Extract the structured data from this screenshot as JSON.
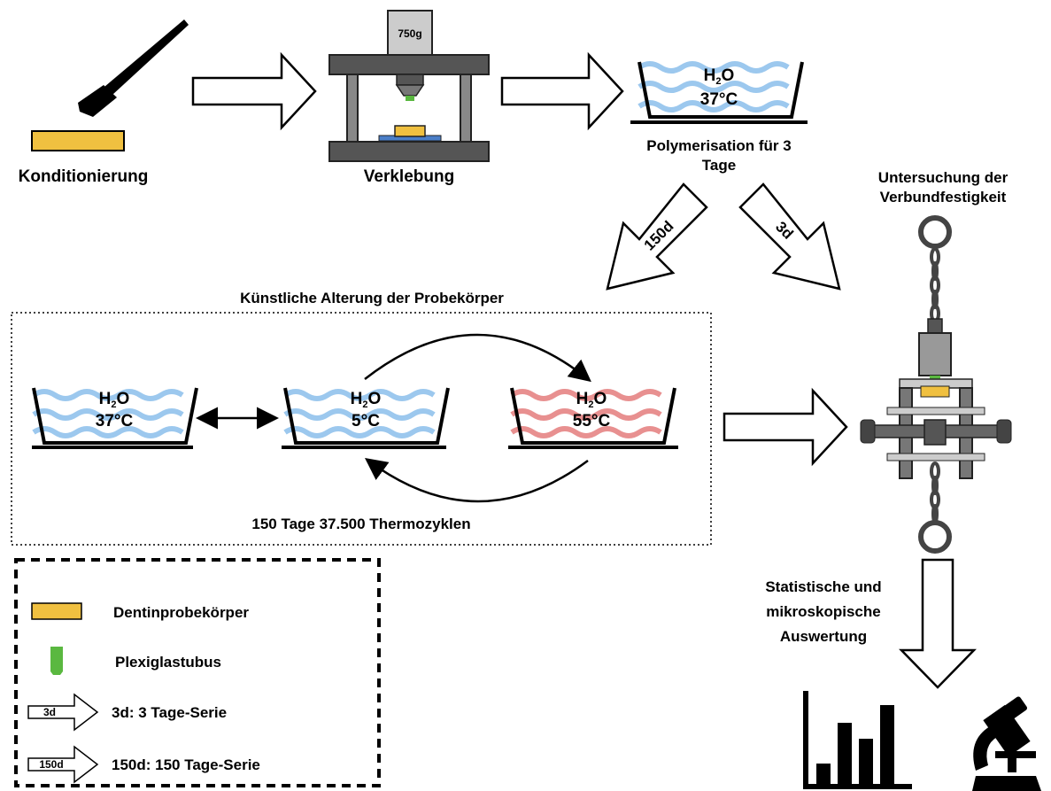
{
  "steps": {
    "conditioning": "Konditionierung",
    "bonding": "Verklebung",
    "weight": "750g",
    "polymerisation_line1": "Polymerisation für 3",
    "polymerisation_line2": "Tage",
    "testing_line1": "Untersuchung der",
    "testing_line2": "Verbundfestigkeit",
    "evaluation_line1": "Statistische und",
    "evaluation_line2": "mikroskopische",
    "evaluation_line3": "Auswertung"
  },
  "branch_arrows": {
    "long": "150d",
    "short": "3d"
  },
  "aging": {
    "title": "Künstliche Alterung der Probekörper",
    "footer": "150 Tage 37.500 Thermozyklen",
    "baths": [
      {
        "formula": "H",
        "sub": "2",
        "formula_tail": "O",
        "temp": "37°C",
        "color": "#9cc8ee"
      },
      {
        "formula": "H",
        "sub": "2",
        "formula_tail": "O",
        "temp": "5°C",
        "color": "#9cc8ee"
      },
      {
        "formula": "H",
        "sub": "2",
        "formula_tail": "O",
        "temp": "55°C",
        "color": "#e89090"
      }
    ]
  },
  "polymer_bath": {
    "formula": "H",
    "sub": "2",
    "formula_tail": "O",
    "temp": "37°C",
    "color": "#9cc8ee"
  },
  "legend": {
    "dentin": "Dentinprobekörper",
    "tube": "Plexiglastubus",
    "arrow3d_tag": "3d",
    "arrow3d_text": "3d: 3 Tage-Serie",
    "arrow150_tag": "150d",
    "arrow150_text": "150d: 150 Tage-Serie"
  },
  "colors": {
    "dentin": "#f0c040",
    "tube": "#5ab840",
    "cold_water": "#9cc8ee",
    "warm_water": "#e89090",
    "metal": "#555555"
  },
  "icons": [
    "brush-icon",
    "press-icon",
    "pull-test-fixture-icon",
    "bar-chart-icon",
    "microscope-icon"
  ]
}
